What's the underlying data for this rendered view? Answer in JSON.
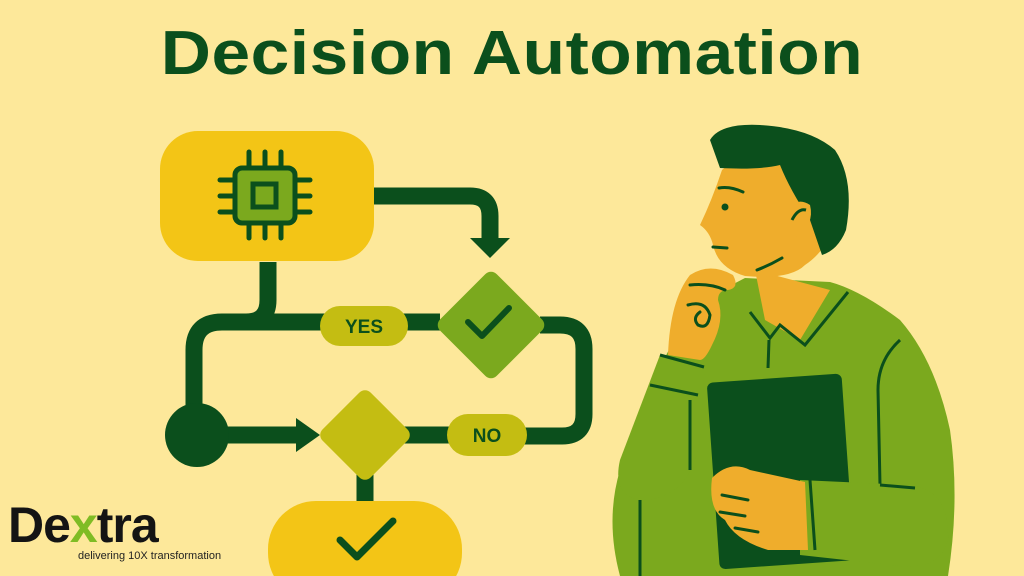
{
  "title": "Decision Automation",
  "flowchart": {
    "start_node": {
      "icon": "chip-icon"
    },
    "yes_label": "YES",
    "no_label": "NO",
    "decision_node_yes": {
      "icon": "checkmark-icon"
    },
    "decision_node": {
      "icon": ""
    },
    "end_node": {
      "icon": "checkmark-icon"
    }
  },
  "illustration": {
    "subject": "thinking-man-holding-tablet"
  },
  "logo": {
    "word_prefix": "De",
    "word_x": "x",
    "word_suffix": "tra",
    "tagline": "delivering 10X transformation"
  },
  "colors": {
    "background": "#fde89a",
    "dark_green": "#0b4f1c",
    "mid_green": "#7ba91e",
    "olive": "#c4bd12",
    "yellow": "#f3c516",
    "skin": "#efad2c",
    "logo_accent": "#7fbc24"
  }
}
